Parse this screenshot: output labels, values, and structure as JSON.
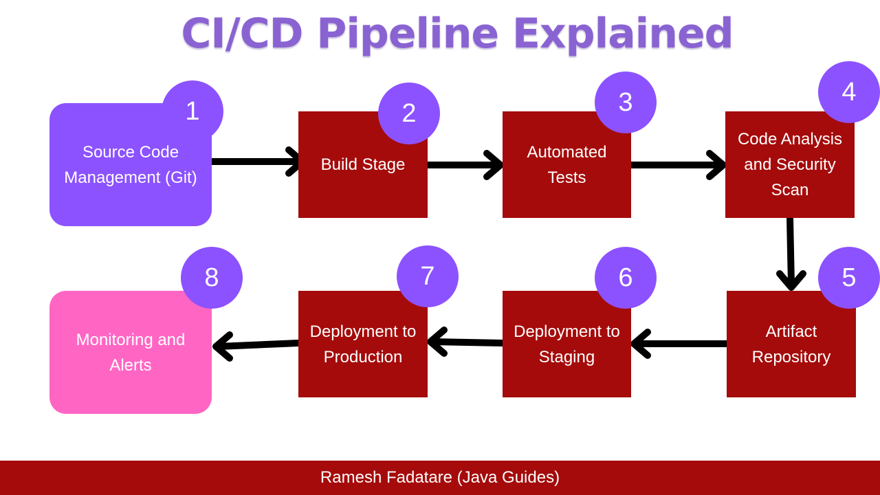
{
  "title": "CI/CD Pipeline Explained",
  "steps": [
    {
      "number": "1",
      "line1": "Source Code",
      "line2": "Management (Git)",
      "line3": ""
    },
    {
      "number": "2",
      "line1": "Build Stage",
      "line2": "",
      "line3": ""
    },
    {
      "number": "3",
      "line1": "Automated",
      "line2": "Tests",
      "line3": ""
    },
    {
      "number": "4",
      "line1": "Code Analysis",
      "line2": "and Security",
      "line3": "Scan"
    },
    {
      "number": "5",
      "line1": "Artifact",
      "line2": "Repository",
      "line3": ""
    },
    {
      "number": "6",
      "line1": "Deployment to",
      "line2": "Staging",
      "line3": ""
    },
    {
      "number": "7",
      "line1": "Deployment to",
      "line2": "Production",
      "line3": ""
    },
    {
      "number": "8",
      "line1": "Monitoring and",
      "line2": "Alerts",
      "line3": ""
    }
  ],
  "footer": "Ramesh Fadatare (Java Guides)",
  "colors": {
    "step_box": "#a50b0b",
    "start_box": "#8c52ff",
    "end_box": "#ff66c4",
    "badge": "#8c52ff",
    "title": "#8a63d2",
    "arrow": "#000000"
  }
}
